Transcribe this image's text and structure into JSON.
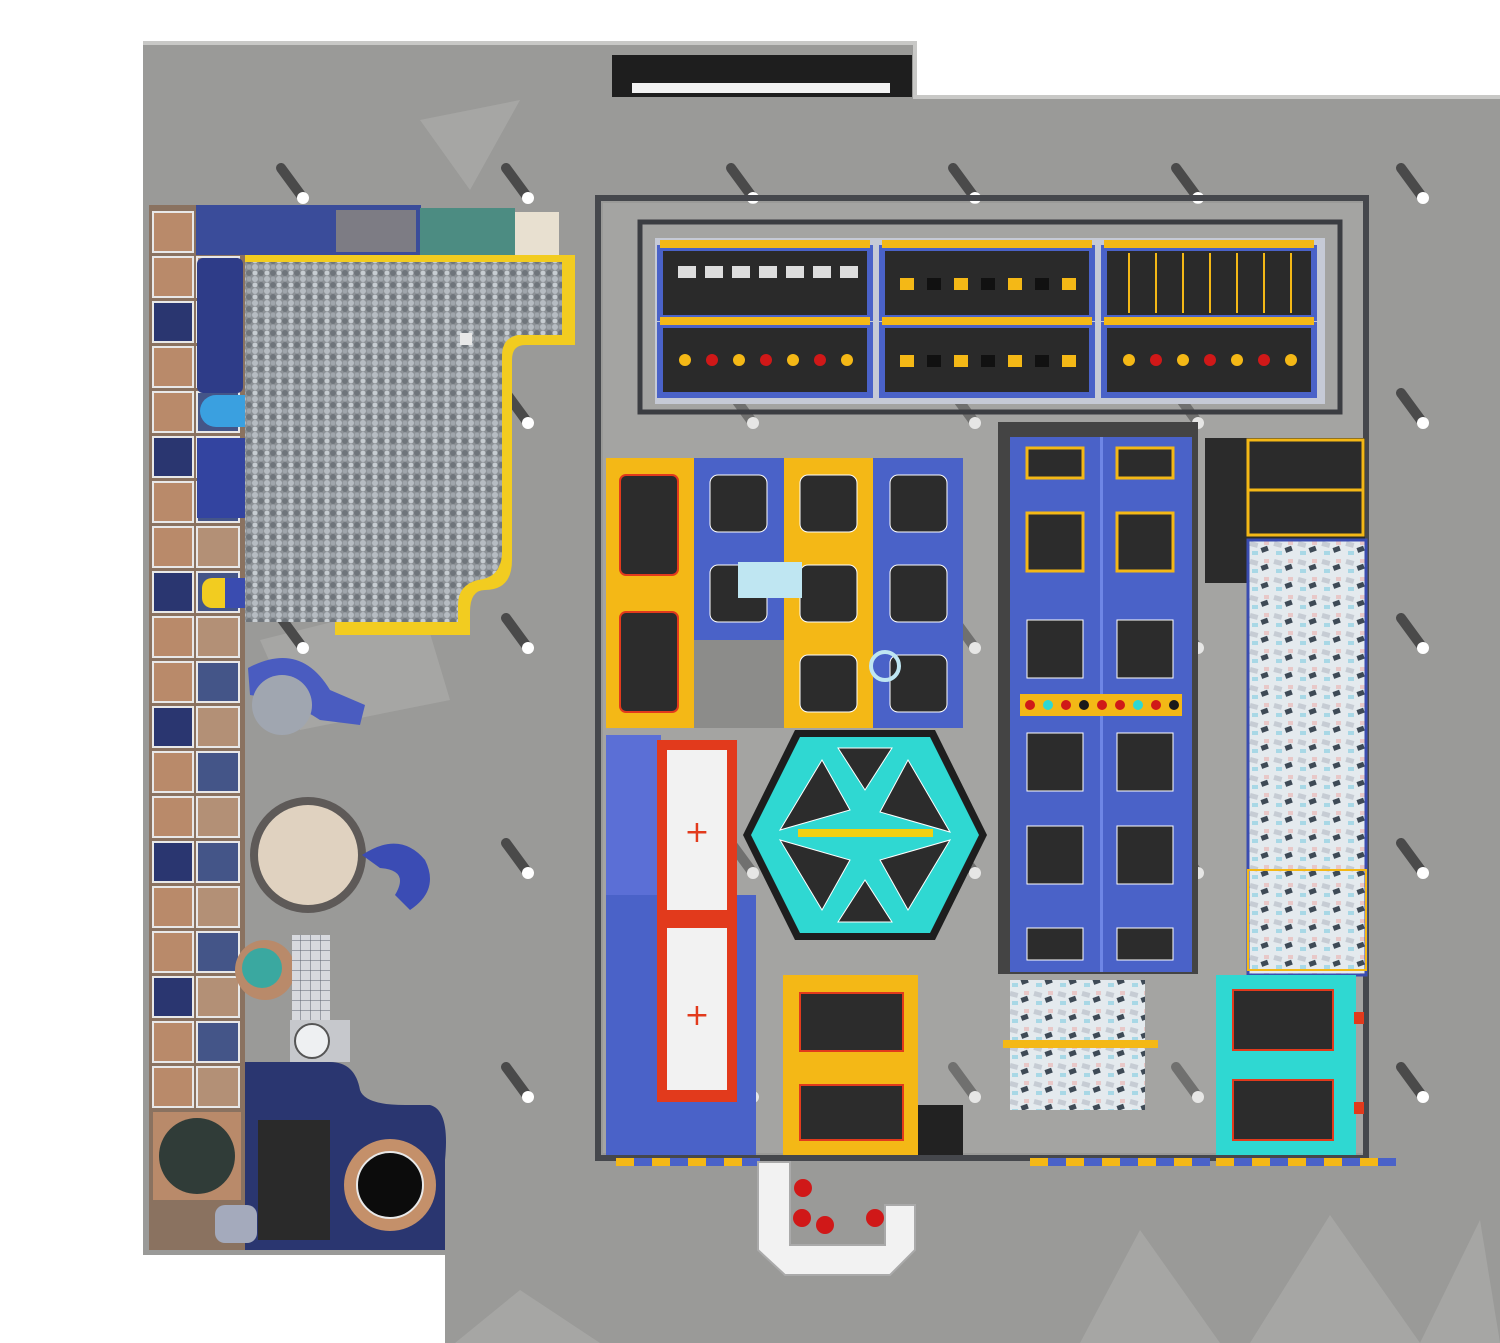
{
  "scene": {
    "subject": "trampoline-park-floor-plan",
    "view": "top-down-3d-render",
    "visible_text": []
  },
  "palette": {
    "background": "#ffffff",
    "floor": "#9a9a98",
    "floor_shadow": "#b6b6b4",
    "wall": "#3a3a3a",
    "frame": "#45474c",
    "pillar": "#4a4a4a",
    "pillar_cap": "#ffffff",
    "blue_pad": "#4a62c8",
    "blue_pad_light": "#6e86e6",
    "yellow_pad": "#f4b816",
    "bed": "#2c2c2c",
    "cyan_pad": "#2fd8d2",
    "red_lane": "#e23a1c",
    "lane_white": "#f2f2f2",
    "foam": "#dfe6ea",
    "ball_pit": "#8c9196",
    "wood": "#b98a6a",
    "navy": "#2a3670"
  },
  "zones": [
    {
      "id": "ninja-course",
      "color": "frame"
    },
    {
      "id": "free-jump-area",
      "color": "blue_pad"
    },
    {
      "id": "hexagon-dodgeball",
      "color": "cyan_pad"
    },
    {
      "id": "tumble-track",
      "color": "red_lane"
    },
    {
      "id": "main-court",
      "color": "blue_pad"
    },
    {
      "id": "foam-pit",
      "color": "foam"
    },
    {
      "id": "soft-play-structure",
      "color": "navy"
    },
    {
      "id": "ball-pool",
      "color": "ball_pit"
    },
    {
      "id": "entrance-counter",
      "color": "lane_white"
    }
  ]
}
